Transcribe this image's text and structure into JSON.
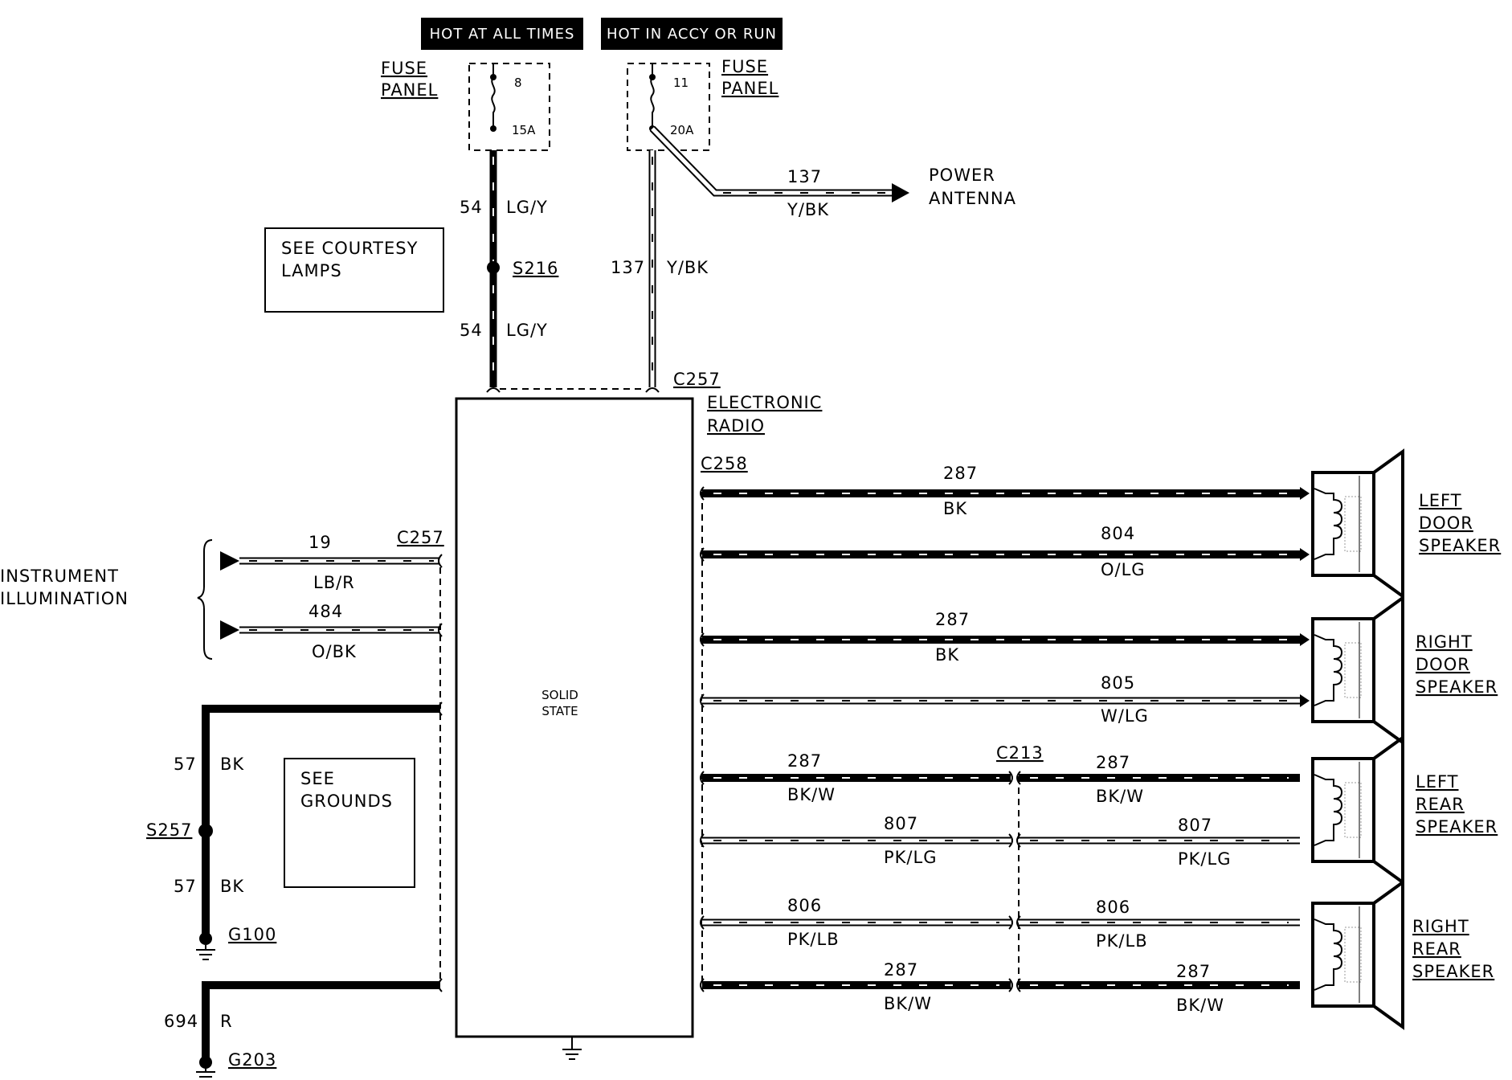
{
  "diagram": {
    "headers": {
      "hot_at_all_times": "HOT AT ALL TIMES",
      "hot_in_accy_or_run": "HOT IN ACCY OR RUN"
    },
    "fuse_left": {
      "label_1": "FUSE",
      "label_2": "PANEL",
      "number": "8",
      "rating": "15A"
    },
    "fuse_right": {
      "label_1": "FUSE",
      "label_2": "PANEL",
      "number": "11",
      "rating": "20A"
    },
    "courtesy_box": {
      "line_1": "SEE COURTESY",
      "line_2": "LAMPS"
    },
    "grounds_box": {
      "line_1": "SEE",
      "line_2": "GROUNDS"
    },
    "power_antenna": {
      "line_1": "POWER",
      "line_2": "ANTENNA",
      "circuit": "137",
      "color": "Y/BK"
    },
    "radio": {
      "name_1": "ELECTRONIC",
      "name_2": "RADIO",
      "inner_1": "SOLID",
      "inner_2": "STATE"
    },
    "instrument_illumination": {
      "line_1": "INSTRUMENT",
      "line_2": "ILLUMINATION"
    },
    "connectors": {
      "c257_top": "C257",
      "c257_left": "C257",
      "c258": "C258",
      "c213": "C213"
    },
    "splices": {
      "s216": "S216",
      "s257": "S257"
    },
    "grounds": {
      "g100": "G100",
      "g203": "G203"
    },
    "wires": {
      "w54_upper": {
        "circuit": "54",
        "color": "LG/Y"
      },
      "w54_lower": {
        "circuit": "54",
        "color": "LG/Y"
      },
      "w137_vertical": {
        "circuit": "137",
        "color": "Y/BK"
      },
      "w19": {
        "circuit": "19",
        "color": "LB/R"
      },
      "w484": {
        "circuit": "484",
        "color": "O/BK"
      },
      "w57_upper": {
        "circuit": "57",
        "color": "BK"
      },
      "w57_lower": {
        "circuit": "57",
        "color": "BK"
      },
      "w694": {
        "circuit": "694",
        "color": "R"
      },
      "lf_287": {
        "circuit": "287",
        "color": "BK"
      },
      "lf_804": {
        "circuit": "804",
        "color": "O/LG"
      },
      "rf_287": {
        "circuit": "287",
        "color": "BK"
      },
      "rf_805": {
        "circuit": "805",
        "color": "W/LG"
      },
      "lr_287_a": {
        "circuit": "287",
        "color": "BK/W"
      },
      "lr_287_b": {
        "circuit": "287",
        "color": "BK/W"
      },
      "lr_807_a": {
        "circuit": "807",
        "color": "PK/LG"
      },
      "lr_807_b": {
        "circuit": "807",
        "color": "PK/LG"
      },
      "rr_806_a": {
        "circuit": "806",
        "color": "PK/LB"
      },
      "rr_806_b": {
        "circuit": "806",
        "color": "PK/LB"
      },
      "rr_287_a": {
        "circuit": "287",
        "color": "BK/W"
      },
      "rr_287_b": {
        "circuit": "287",
        "color": "BK/W"
      }
    },
    "speakers": {
      "left_door": {
        "line_1": "LEFT",
        "line_2": "DOOR",
        "line_3": "SPEAKER"
      },
      "right_door": {
        "line_1": "RIGHT",
        "line_2": "DOOR",
        "line_3": "SPEAKER"
      },
      "left_rear": {
        "line_1": "LEFT",
        "line_2": "REAR",
        "line_3": "SPEAKER"
      },
      "right_rear": {
        "line_1": "RIGHT",
        "line_2": "REAR",
        "line_3": "SPEAKER"
      }
    }
  }
}
